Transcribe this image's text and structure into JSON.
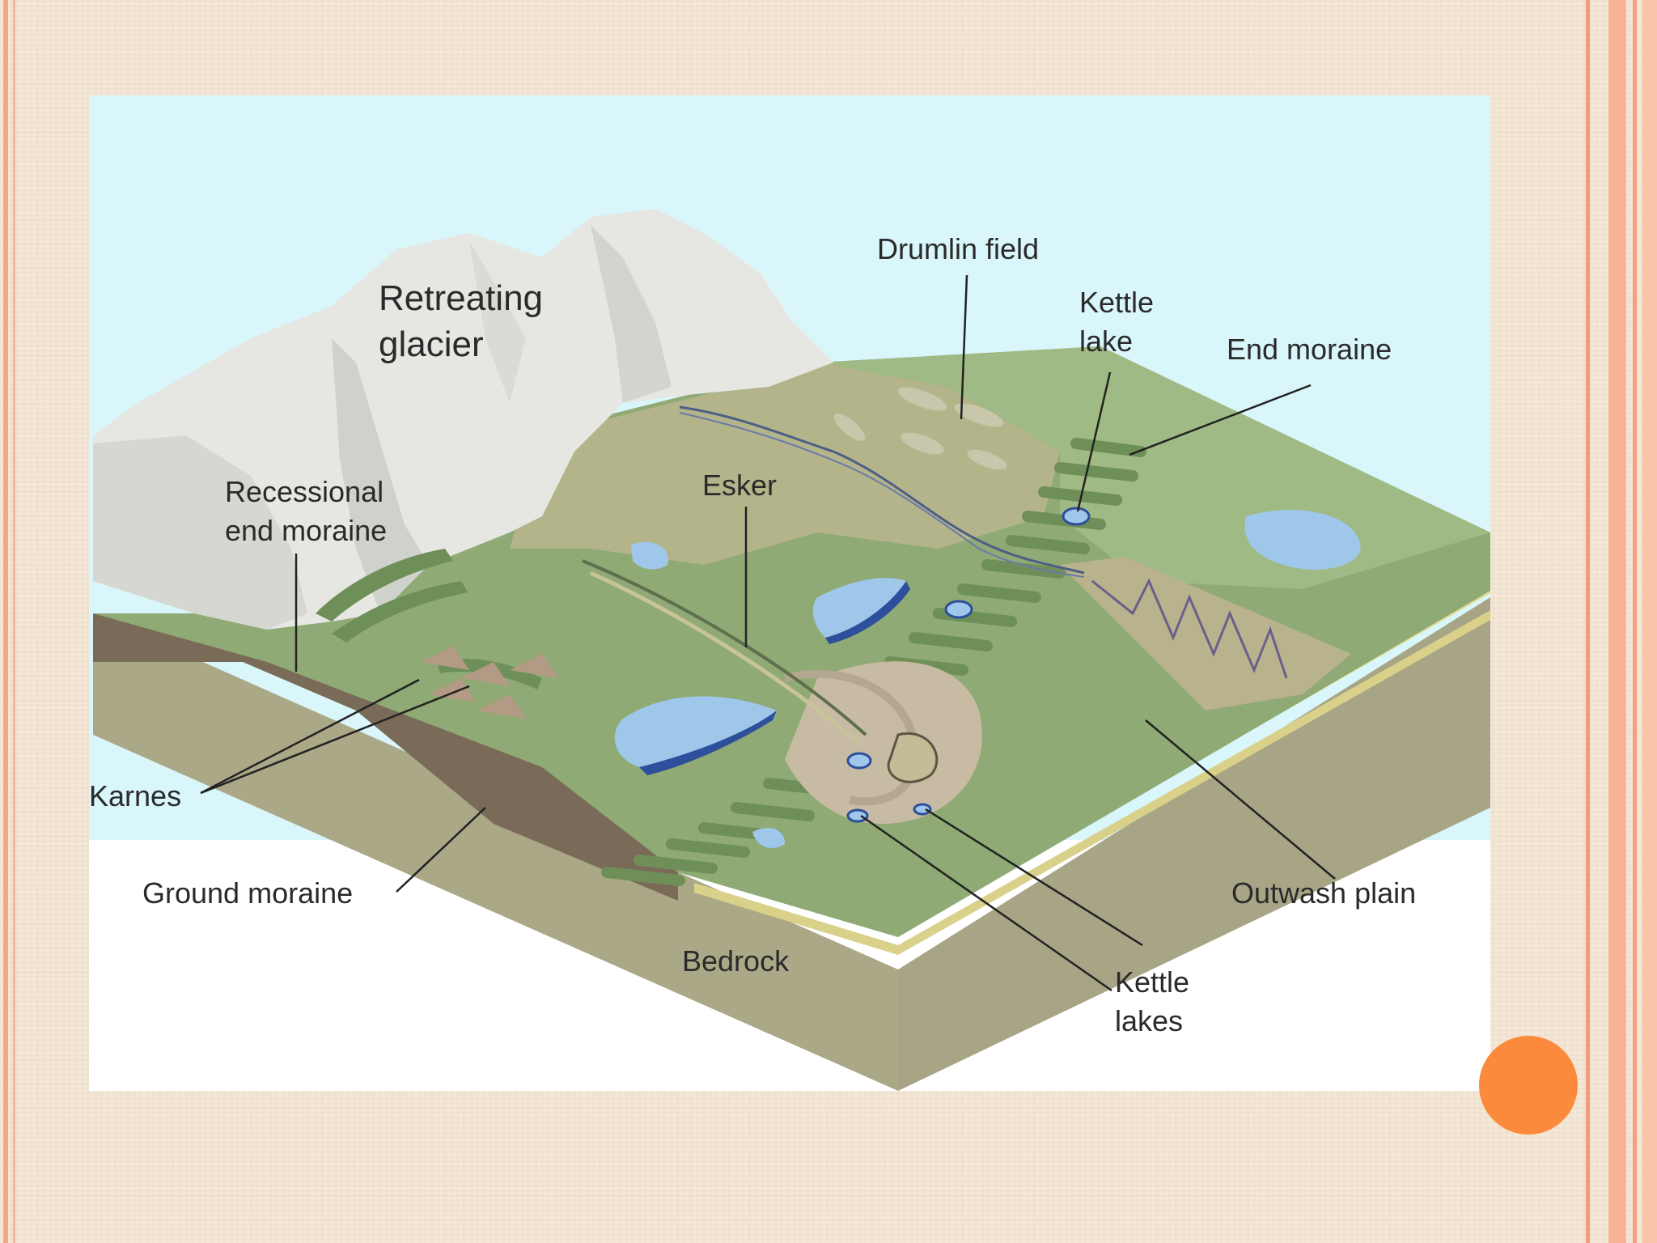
{
  "diagram": {
    "labels": {
      "retreating_glacier": [
        "Retreating",
        "glacier"
      ],
      "drumlin_field": "Drumlin field",
      "kettle_lake": [
        "Kettle",
        "lake"
      ],
      "end_moraine": "End moraine",
      "recessional_end_moraine": [
        "Recessional",
        "end moraine"
      ],
      "esker": "Esker",
      "karnes": "Karnes",
      "ground_moraine": "Ground moraine",
      "bedrock": "Bedrock",
      "outwash_plain": "Outwash plain",
      "kettle_lakes": [
        "Kettle",
        "lakes"
      ]
    },
    "colors": {
      "sky": "#d9f6fa",
      "glacier": "#e6e7e2",
      "glacier_shadow": "#cfd1cb",
      "green_light": "#9fb784",
      "green_mid": "#8aa672",
      "green_dark": "#6f8f58",
      "tan": "#b8b38d",
      "brown": "#7a6b58",
      "soil_side": "#aba887",
      "yellow_band": "#e3dc96",
      "water": "#9fc7ea",
      "water_dark": "#2d4f9c"
    }
  },
  "slide": {
    "accent_color": "#fb8a3c",
    "frame_color": "#f4a886"
  }
}
